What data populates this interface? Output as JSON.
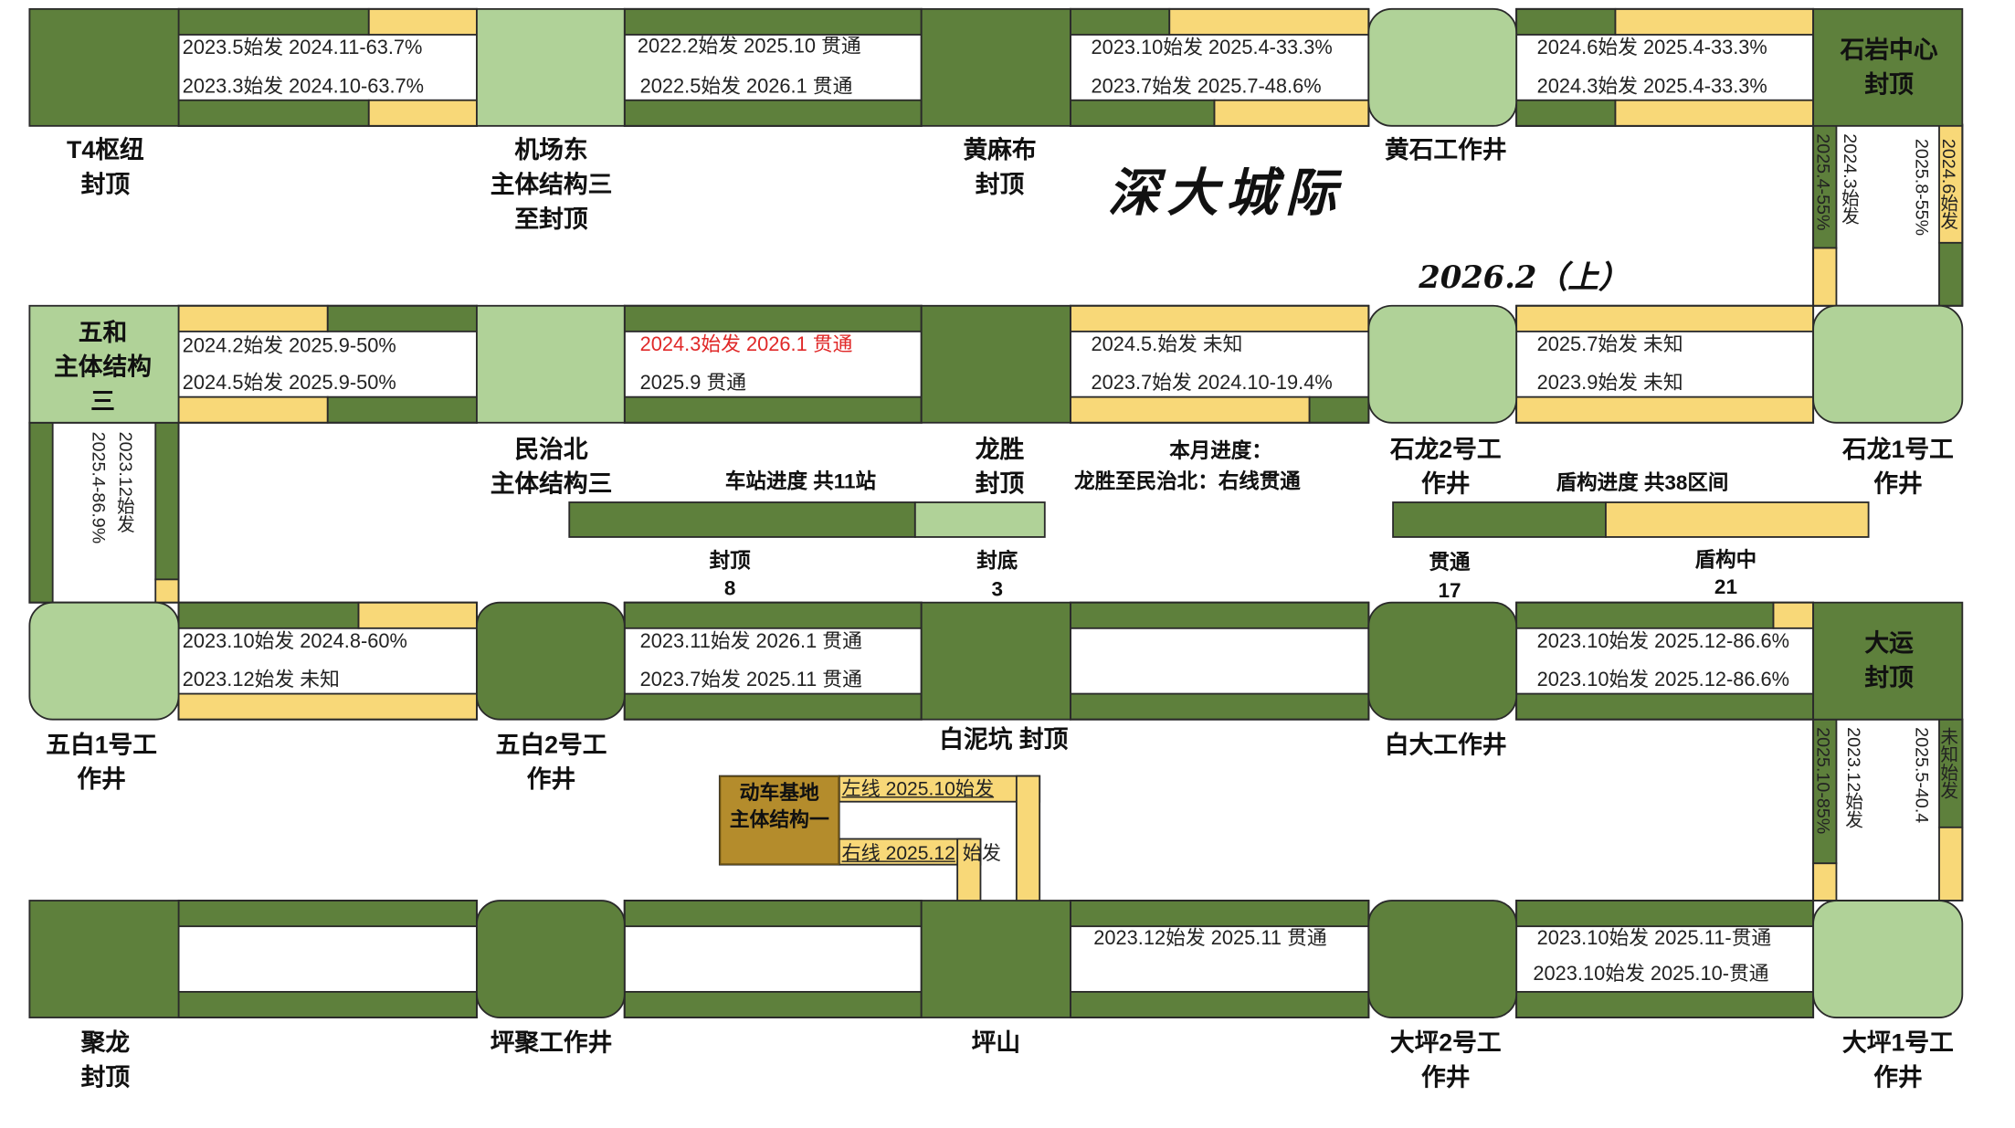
{
  "title": "深大城际",
  "date": "2026.2（上）",
  "colors": {
    "dark_green": "#5e803c",
    "light_green": "#b0d298",
    "yellow": "#f8d878",
    "gold": "#b48c2c",
    "red_text": "#e02828"
  },
  "stations": {
    "t4": [
      "T4枢纽",
      "封顶"
    ],
    "jichangdong": [
      "机场东",
      "主体结构三",
      "至封顶"
    ],
    "huangmabu": [
      "黄麻布",
      "封顶"
    ],
    "huangshi": [
      "黄石工作井"
    ],
    "shiyan": [
      "石岩中心",
      "封顶"
    ],
    "wuhe": [
      "五和",
      "主体结构",
      "三"
    ],
    "minzhibei": [
      "民治北",
      "主体结构三"
    ],
    "longsheng": [
      "龙胜",
      "封顶"
    ],
    "shilong2": [
      "石龙2号工",
      "作井"
    ],
    "shilong1": [
      "石龙1号工",
      "作井"
    ],
    "wubai1": [
      "五白1号工",
      "作井"
    ],
    "wubai2": [
      "五白2号工",
      "作井"
    ],
    "bainikeng": [
      "白泥坑 封顶"
    ],
    "baida": [
      "白大工作井"
    ],
    "dayun": [
      "大运",
      "封顶"
    ],
    "julong": [
      "聚龙",
      "封顶"
    ],
    "pingju": [
      "坪聚工作井"
    ],
    "pingshan": [
      "坪山"
    ],
    "daping2": [
      "大坪2号工",
      "作井"
    ],
    "daping1": [
      "大坪1号工",
      "作井"
    ]
  },
  "segments": {
    "r1a": [
      "2023.5始发 2024.11-63.7%",
      "2023.3始发 2024.10-63.7%"
    ],
    "r1b": [
      "2022.2始发 2025.10 贯通",
      "2022.5始发 2026.1 贯通"
    ],
    "r1c": [
      "2023.10始发 2025.4-33.3%",
      "2023.7始发 2025.7-48.6%"
    ],
    "r1d": [
      "2024.6始发 2025.4-33.3%",
      "2024.3始发 2025.4-33.3%"
    ],
    "r2a": [
      "2024.2始发 2025.9-50%",
      "2024.5始发 2025.9-50%"
    ],
    "r2b": [
      "2024.3始发 2026.1 贯通",
      "2025.9 贯通"
    ],
    "r2c": [
      "2024.5.始发 未知",
      "2023.7始发 2024.10-19.4%"
    ],
    "r2d": [
      "2025.7始发 未知",
      "2023.9始发 未知"
    ],
    "r3a": [
      "2023.10始发 2024.8-60%",
      "2023.12始发 未知"
    ],
    "r3b": [
      "2023.11始发 2026.1 贯通",
      "2023.7始发 2025.11 贯通"
    ],
    "r3d": [
      "2023.10始发 2025.12-86.6%",
      "2023.10始发 2025.12-86.6%"
    ],
    "r4c": [
      "2023.12始发 2025.11 贯通"
    ],
    "r4d": [
      "2023.10始发 2025.11-贯通",
      "2023.10始发 2025.10-贯通"
    ],
    "v_right1": [
      "2025.4-55%",
      "2024.3始发",
      "2025.8-55%",
      "2024.6始发"
    ],
    "v_left": [
      "2025.4-86.9%",
      "2023.12始发"
    ],
    "v_right2": [
      "2025.10-85%",
      "2023.12始发",
      "2025.5-40.4",
      "未知始发"
    ]
  },
  "progress": {
    "month_label": "本月进度：",
    "month_text": "龙胜至民治北：右线贯通",
    "station_title": "车站进度 共11站",
    "station_done_label": "封顶",
    "station_done": 8,
    "station_bottom_label": "封底",
    "station_bottom": 3,
    "shield_title": "盾构进度 共38区间",
    "shield_done_label": "贯通",
    "shield_done": 17,
    "shield_ongoing_label": "盾构中",
    "shield_ongoing": 21
  },
  "depot": {
    "name": [
      "动车基地",
      "主体结构一"
    ],
    "left_line": "左线 2025.10始发",
    "right_line": "右线 2025.12",
    "right_line_suffix": "始发"
  }
}
